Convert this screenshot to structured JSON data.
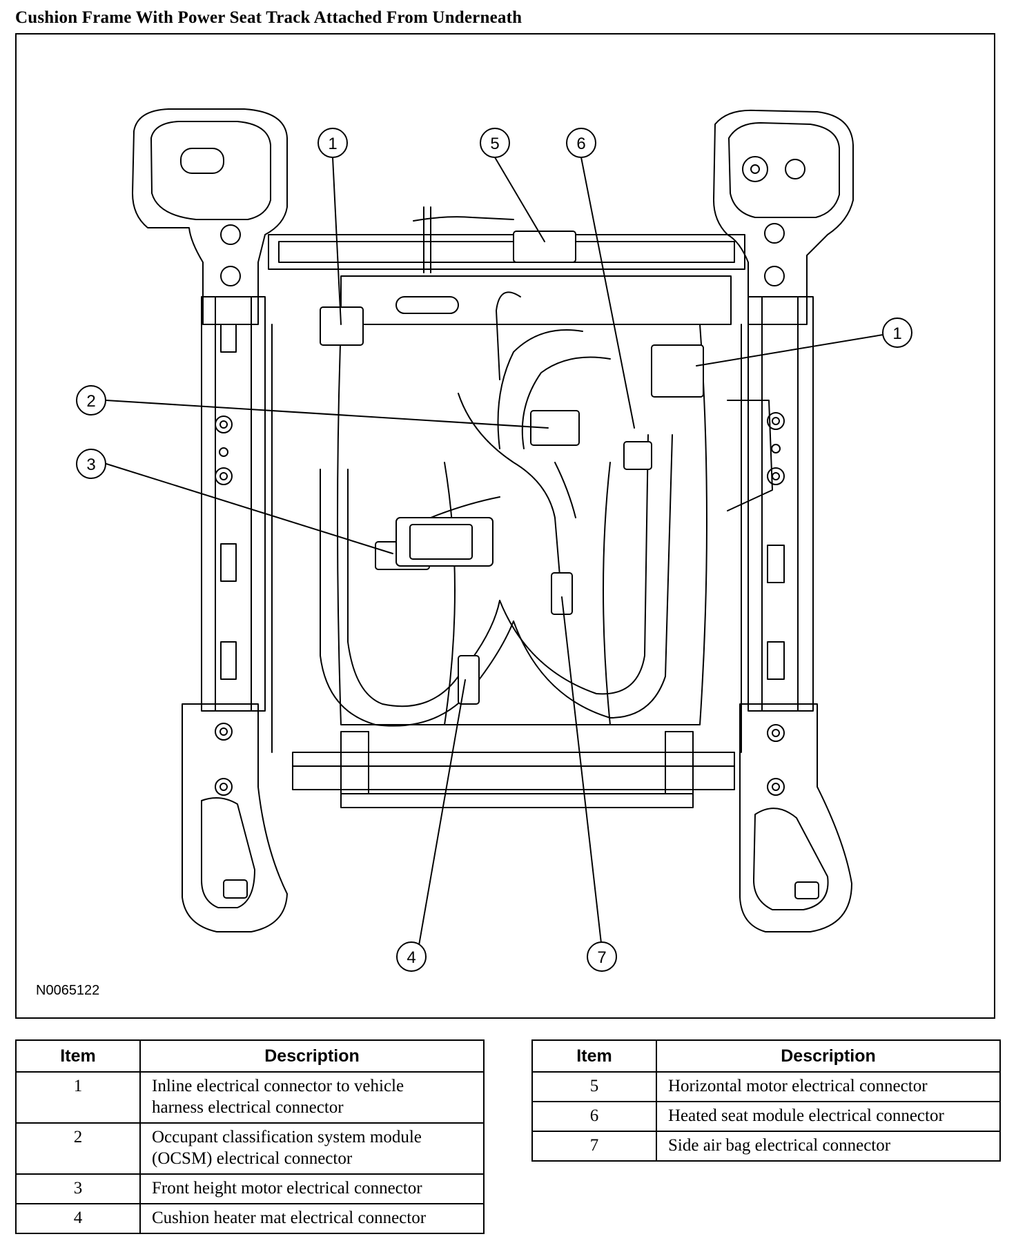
{
  "title": "Cushion Frame With Power Seat Track Attached From Underneath",
  "figure_id": "N0065122",
  "callouts": [
    "1",
    "5",
    "6",
    "1",
    "2",
    "3",
    "4",
    "7"
  ],
  "table_left": {
    "headers": [
      "Item",
      "Description"
    ],
    "rows": [
      {
        "item": "1",
        "lines": [
          "Inline electrical connector to vehicle",
          "harness electrical connector"
        ]
      },
      {
        "item": "2",
        "lines": [
          "Occupant classification system module",
          "(OCSM) electrical connector"
        ]
      },
      {
        "item": "3",
        "lines": [
          "Front height motor electrical connector"
        ]
      },
      {
        "item": "4",
        "lines": [
          "Cushion heater mat electrical connector"
        ]
      }
    ]
  },
  "table_right": {
    "headers": [
      "Item",
      "Description"
    ],
    "rows": [
      {
        "item": "5",
        "lines": [
          "Horizontal motor electrical connector"
        ]
      },
      {
        "item": "6",
        "lines": [
          "Heated seat module electrical connector"
        ]
      },
      {
        "item": "7",
        "lines": [
          "Side air bag electrical connector"
        ]
      }
    ]
  }
}
